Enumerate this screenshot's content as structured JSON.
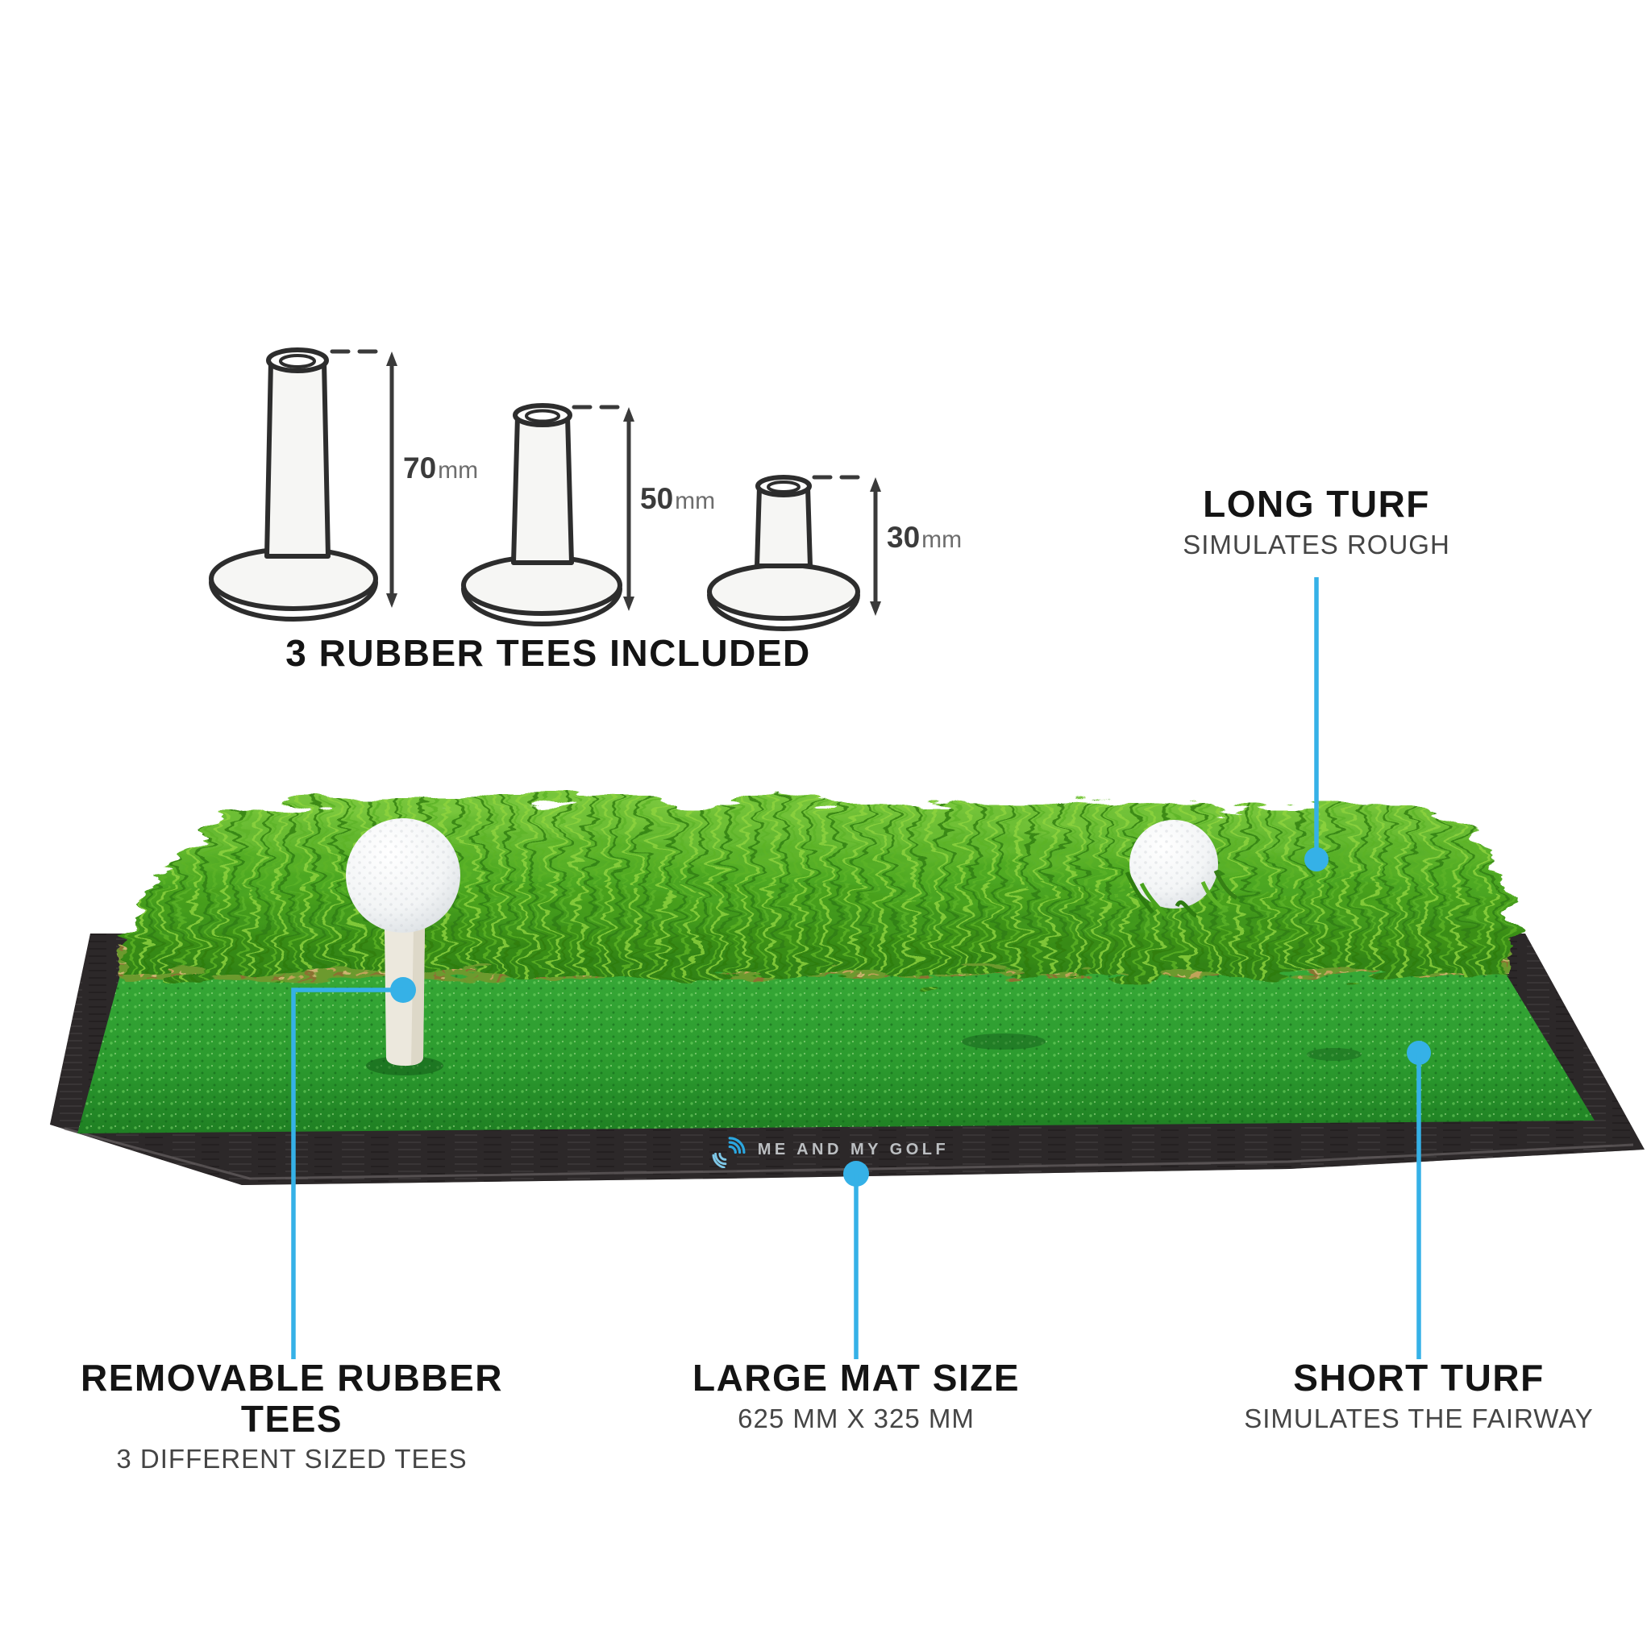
{
  "colors": {
    "accent_blue": "#35b1e7",
    "long_turf_green": "#4ea922",
    "short_turf_green": "#2c9e2d",
    "thatch_tan": "#c3a05e",
    "tray_black": "#2c2829",
    "heading_text": "#141414",
    "subtitle_text": "#454545"
  },
  "tee_diagram": {
    "heading": "3 RUBBER TEES INCLUDED",
    "tees": [
      {
        "name": "70mm rubber tee",
        "value": "70",
        "unit": "mm"
      },
      {
        "name": "50mm rubber tee",
        "value": "50",
        "unit": "mm"
      },
      {
        "name": "30mm rubber tee",
        "value": "30",
        "unit": "mm"
      }
    ]
  },
  "callouts": {
    "long_turf": {
      "title": "LONG TURF",
      "subtitle": "SIMULATES ROUGH"
    },
    "removable_tees": {
      "title": "REMOVABLE RUBBER TEES",
      "subtitle": "3 DIFFERENT SIZED TEES"
    },
    "mat_size": {
      "title": "LARGE MAT SIZE",
      "subtitle": "625 MM X 325 MM"
    },
    "short_turf": {
      "title": "SHORT TURF",
      "subtitle": "SIMULATES THE FAIRWAY"
    }
  },
  "mat": {
    "logo_text": "ME AND MY GOLF"
  }
}
